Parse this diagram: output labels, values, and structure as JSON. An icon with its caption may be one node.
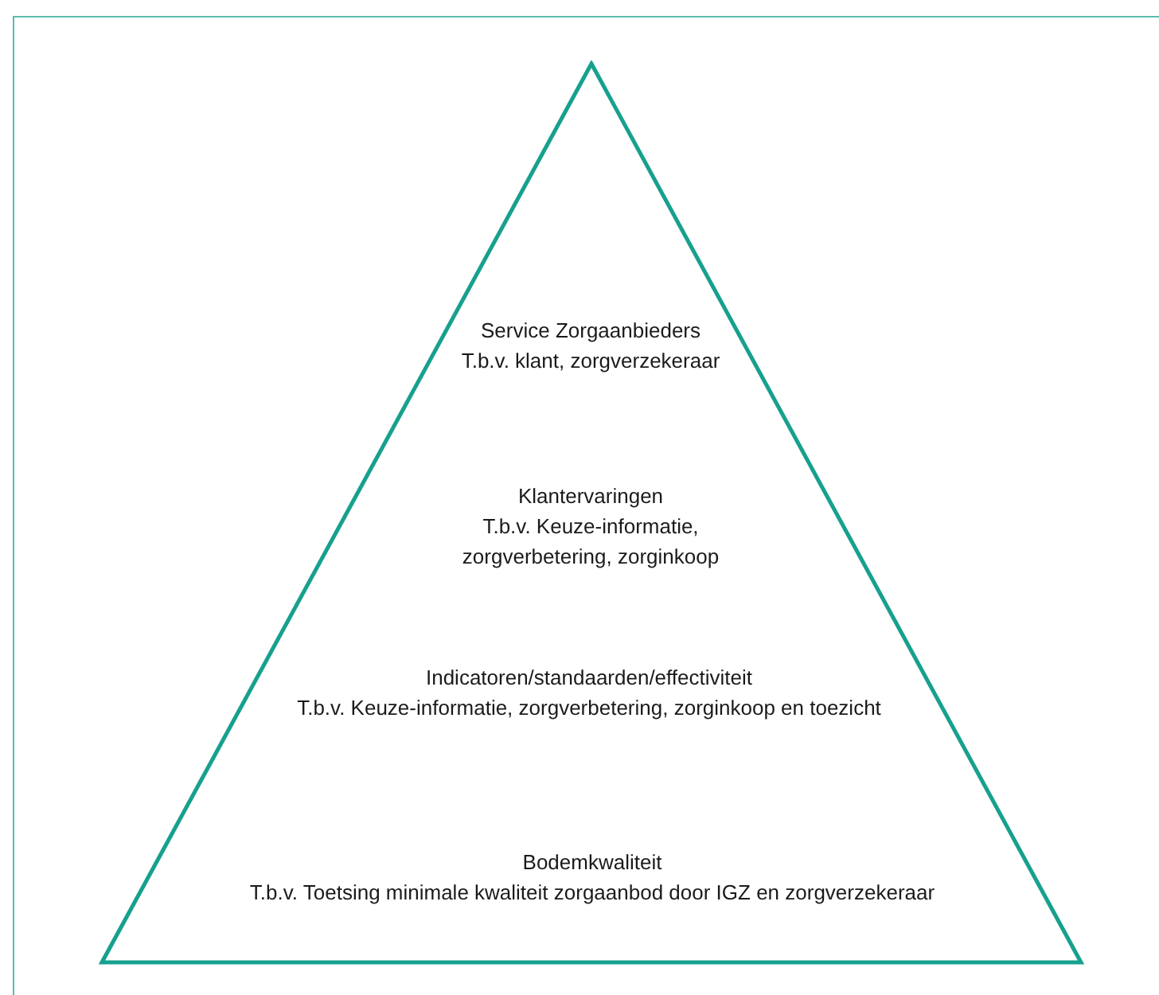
{
  "diagram": {
    "nodes": [
      {
        "text": [],
        "shape": "triangle"
      },
      {
        "text": [
          "Service Zorgaanbieders",
          "T.b.v. klant, zorgverzekeraar"
        ],
        "in": 0
      },
      {
        "text": [
          "Klantervaringen",
          "T.b.v. Keuze-informatie, zorgverbetering, zorginkoop"
        ],
        "in": 0
      },
      {
        "text": [
          "Indicatoren/standaarden/effectiviteit",
          "T.b.v. Keuze-informatie, zorgverbetering, zorginkoop en toezicht"
        ],
        "in": 0
      },
      {
        "text": [
          "Bodemkwaliteit",
          "T.b.v. Toetsing minimale kwaliteit zorgaanbod door IGZ en zorgverzekeraar"
        ],
        "in": 0
      }
    ]
  }
}
